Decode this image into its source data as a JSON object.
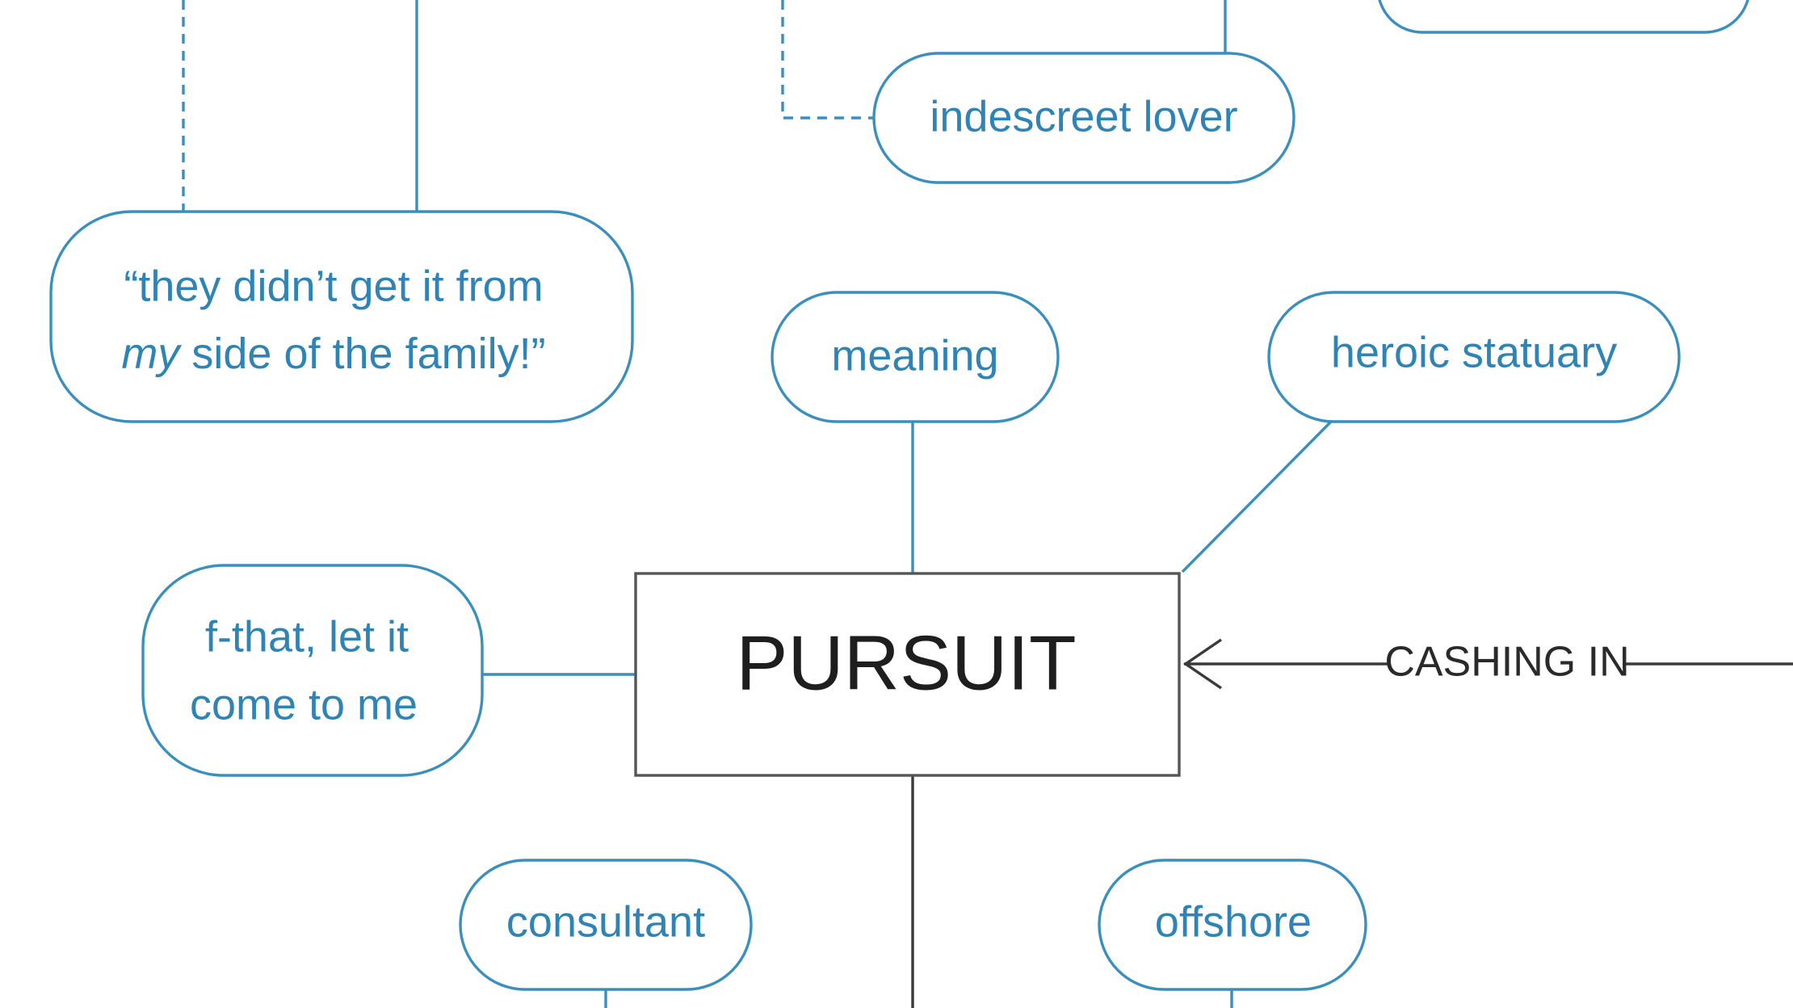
{
  "diagram": {
    "central_node": {
      "label": "PURSUIT"
    },
    "nodes": {
      "family": {
        "line1": "“they didn’t get it from",
        "line2_italic": "my",
        "line2_rest": " side of the family!”"
      },
      "indescreet_lover": {
        "label": "indescreet lover"
      },
      "meaning": {
        "label": "meaning"
      },
      "heroic_statuary": {
        "label": "heroic statuary"
      },
      "let_it_come": {
        "line1": "f-that, let it",
        "line2": "come to me"
      },
      "consultant": {
        "label": "consultant"
      },
      "offshore": {
        "label": "offshore"
      }
    },
    "edges": {
      "cashing_in": {
        "label": "CASHING IN"
      }
    }
  },
  "colors": {
    "node_stroke": "#3b8fbd",
    "node_text": "#2f83b5",
    "central_stroke": "#555555",
    "central_text": "#1e1e1e"
  }
}
